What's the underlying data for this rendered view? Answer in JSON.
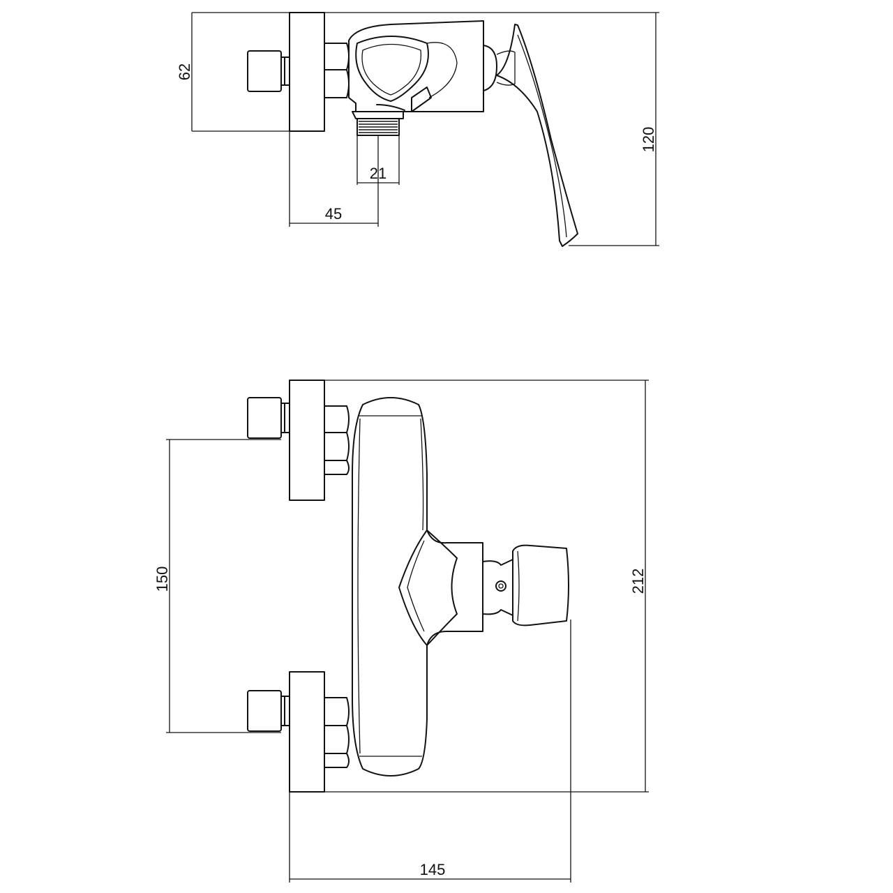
{
  "drawing": {
    "title": "",
    "line_color": "#111111",
    "background": "#ffffff"
  },
  "side_view": {
    "dimensions": {
      "wall_plate_height": "62",
      "outlet_thread": "21",
      "outlet_offset": "45",
      "overall_height": "120"
    }
  },
  "front_view": {
    "dimensions": {
      "inlet_centers": "150",
      "overall_height": "212",
      "overall_depth": "145"
    }
  }
}
